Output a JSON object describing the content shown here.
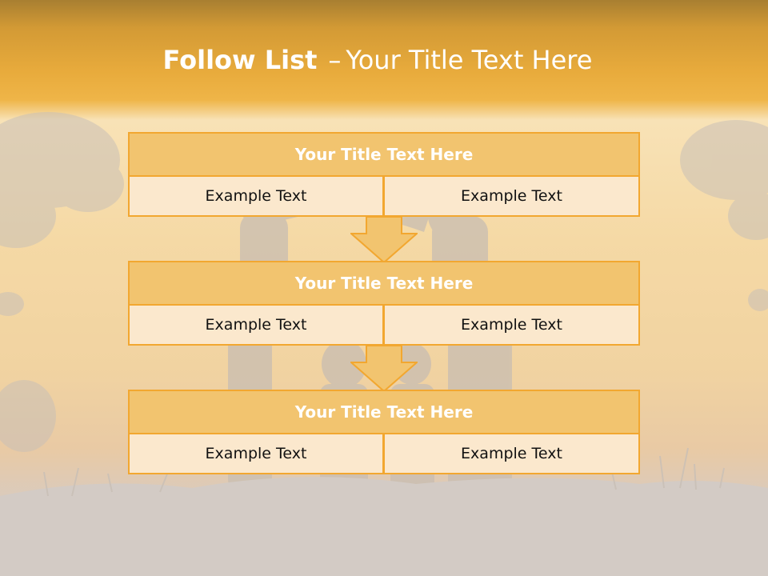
{
  "slide": {
    "title_bold": "Follow List",
    "title_dash": "–",
    "title_rest": "Your Title Text Here"
  },
  "blocks": [
    {
      "header": "Your Title Text Here",
      "left": "Example Text",
      "right": "Example Text"
    },
    {
      "header": "Your Title Text Here",
      "left": "Example Text",
      "right": "Example Text"
    },
    {
      "header": "Your Title Text Here",
      "left": "Example Text",
      "right": "Example Text"
    }
  ],
  "colors": {
    "accent_orange": "#f2a730",
    "header_fill": "#f2c46f",
    "cell_fill": "#fbe8cd",
    "title_text": "#ffffff"
  }
}
